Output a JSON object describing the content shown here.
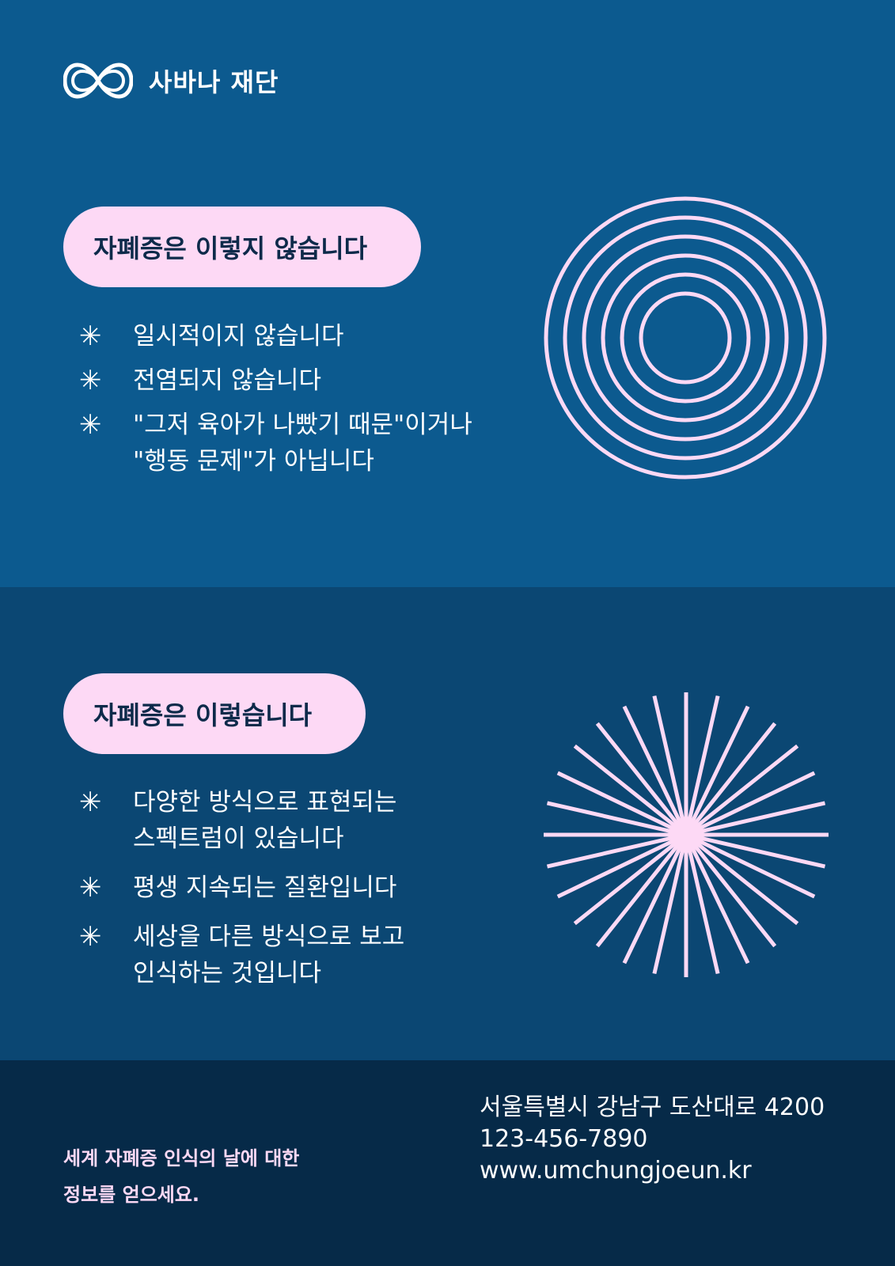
{
  "brand": {
    "name": "사바나 재단",
    "logo_icon": "infinity-icon"
  },
  "colors": {
    "top_bg": "#0c5a8f",
    "mid_bg": "#0b4773",
    "footer_bg": "#062a48",
    "pill_bg": "#fdd9f5",
    "pill_text": "#0d2a4a",
    "accent": "#fdd9f5"
  },
  "section_not": {
    "heading": "자폐증은 이렇지 않습니다",
    "bullet_icon": "asterisk-icon",
    "bullet_glyph": "✳",
    "items": [
      "일시적이지 않습니다",
      "전염되지 않습니다",
      "\"그저 육아가  나빴기 때문\"이거나\n\"행동 문제\"가 아닙니다"
    ],
    "illustration": "concentric-rings"
  },
  "section_is": {
    "heading": "자폐증은 이렇습니다",
    "bullet_icon": "asterisk-icon",
    "bullet_glyph": "✳",
    "items": [
      "다양한 방식으로 표현되는\n스펙트럼이 있습니다",
      "평생 지속되는 질환입니다",
      "세상을 다른 방식으로 보고\n인식하는 것입니다"
    ],
    "illustration": "starburst"
  },
  "footer": {
    "tagline": "세계 자폐증 인식의 날에 대한\n정보를 얻으세요.",
    "address": "서울특별시 강남구 도산대로 4200",
    "phone": "123-456-7890",
    "website": "www.umchungjoeun.kr"
  }
}
